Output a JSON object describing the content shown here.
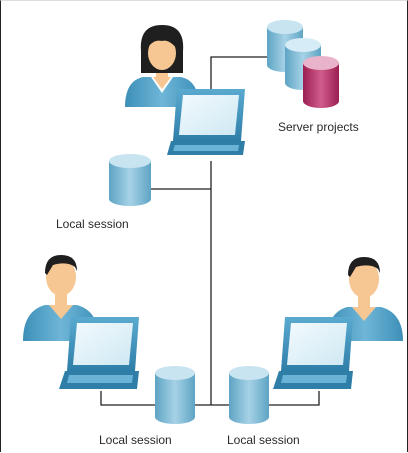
{
  "labels": {
    "server_projects": "Server projects",
    "local_session_top": "Local session",
    "local_session_left": "Local session",
    "local_session_right": "Local session"
  },
  "colors": {
    "skin": "#f6c793",
    "hair": "#1f1f1f",
    "shirt": "#4a9cc4",
    "shirt_dark": "#2f7ea8",
    "laptop_body": "#3b94c0",
    "laptop_screen": "#dff0f8",
    "db_blue": "#7fb7d1",
    "db_blue_top": "#bfe0ef",
    "db_magenta": "#b8326a",
    "db_magenta_top": "#e5a8c4",
    "line": "#222222"
  }
}
